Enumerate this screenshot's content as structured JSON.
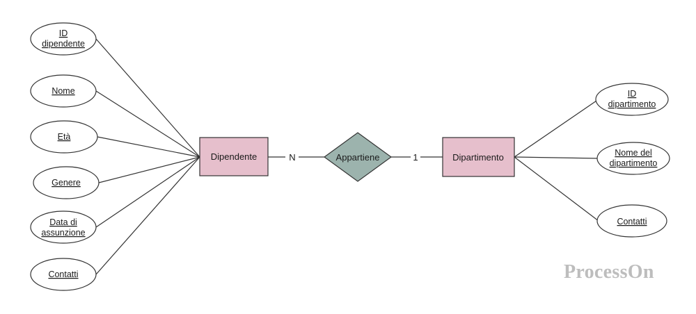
{
  "entities": {
    "dipendente": "Dipendente",
    "dipartimento": "Dipartimento"
  },
  "relationship": {
    "label": "Appartiene",
    "card_left": "N",
    "card_right": "1"
  },
  "attributes_left": [
    [
      "ID",
      "dipendente"
    ],
    [
      "Nome"
    ],
    [
      "Età"
    ],
    [
      "Genere"
    ],
    [
      "Data di",
      "assunzione"
    ],
    [
      "Contatti"
    ]
  ],
  "attributes_right": [
    [
      "ID",
      "dipartimento"
    ],
    [
      "Nome del",
      "dipartimento"
    ],
    [
      "Contatti"
    ]
  ],
  "watermark": "ProcessOn",
  "colors": {
    "entity_fill": "#e6bfcc",
    "relationship_fill": "#9cb3ad",
    "line": "#333333"
  }
}
